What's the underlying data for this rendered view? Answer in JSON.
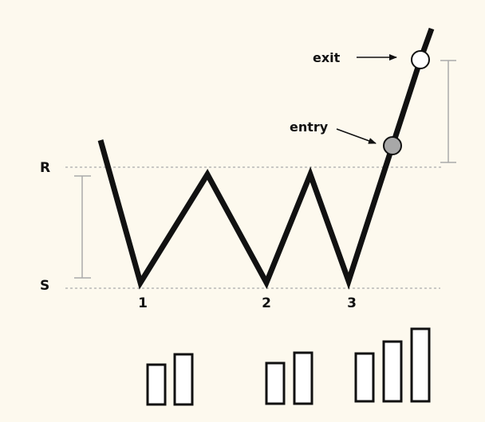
{
  "levels": {
    "resistance_label": "R",
    "support_label": "S"
  },
  "touches": [
    "1",
    "2",
    "3"
  ],
  "annotations": {
    "exit_label": "exit",
    "entry_label": "entry"
  },
  "colors": {
    "background": "#fdf9ee",
    "line": "#111111",
    "guide": "#aaaaaa",
    "entry_marker": "#a8a8a8",
    "exit_marker": "#ffffff"
  },
  "volume_groups": [
    {
      "bars": 2
    },
    {
      "bars": 2
    },
    {
      "bars": 3
    }
  ]
}
